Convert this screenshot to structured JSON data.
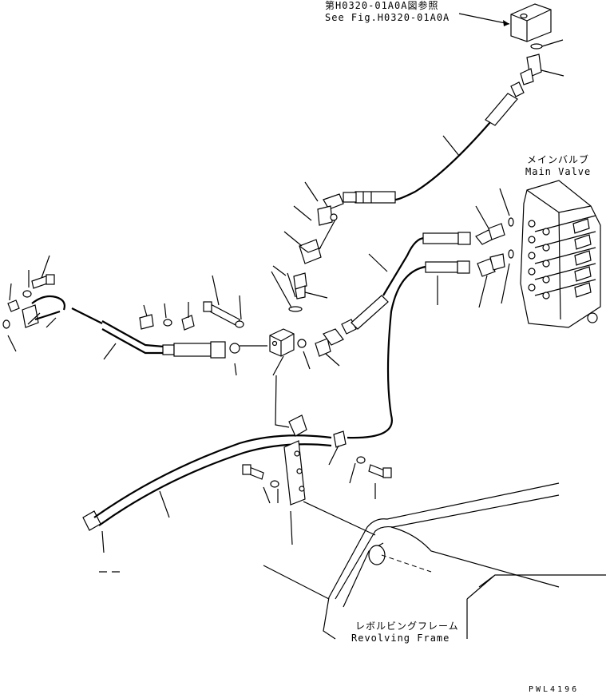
{
  "labels": {
    "ref_ja": "第H0320-01A0A図参照",
    "ref_en": "See Fig.H0320-01A0A",
    "main_valve_ja": "メインバルブ",
    "main_valve_en": "Main Valve",
    "frame_ja": "レボルビングフレーム",
    "frame_en": "Revolving Frame",
    "drawing_code": "PWL4196"
  }
}
